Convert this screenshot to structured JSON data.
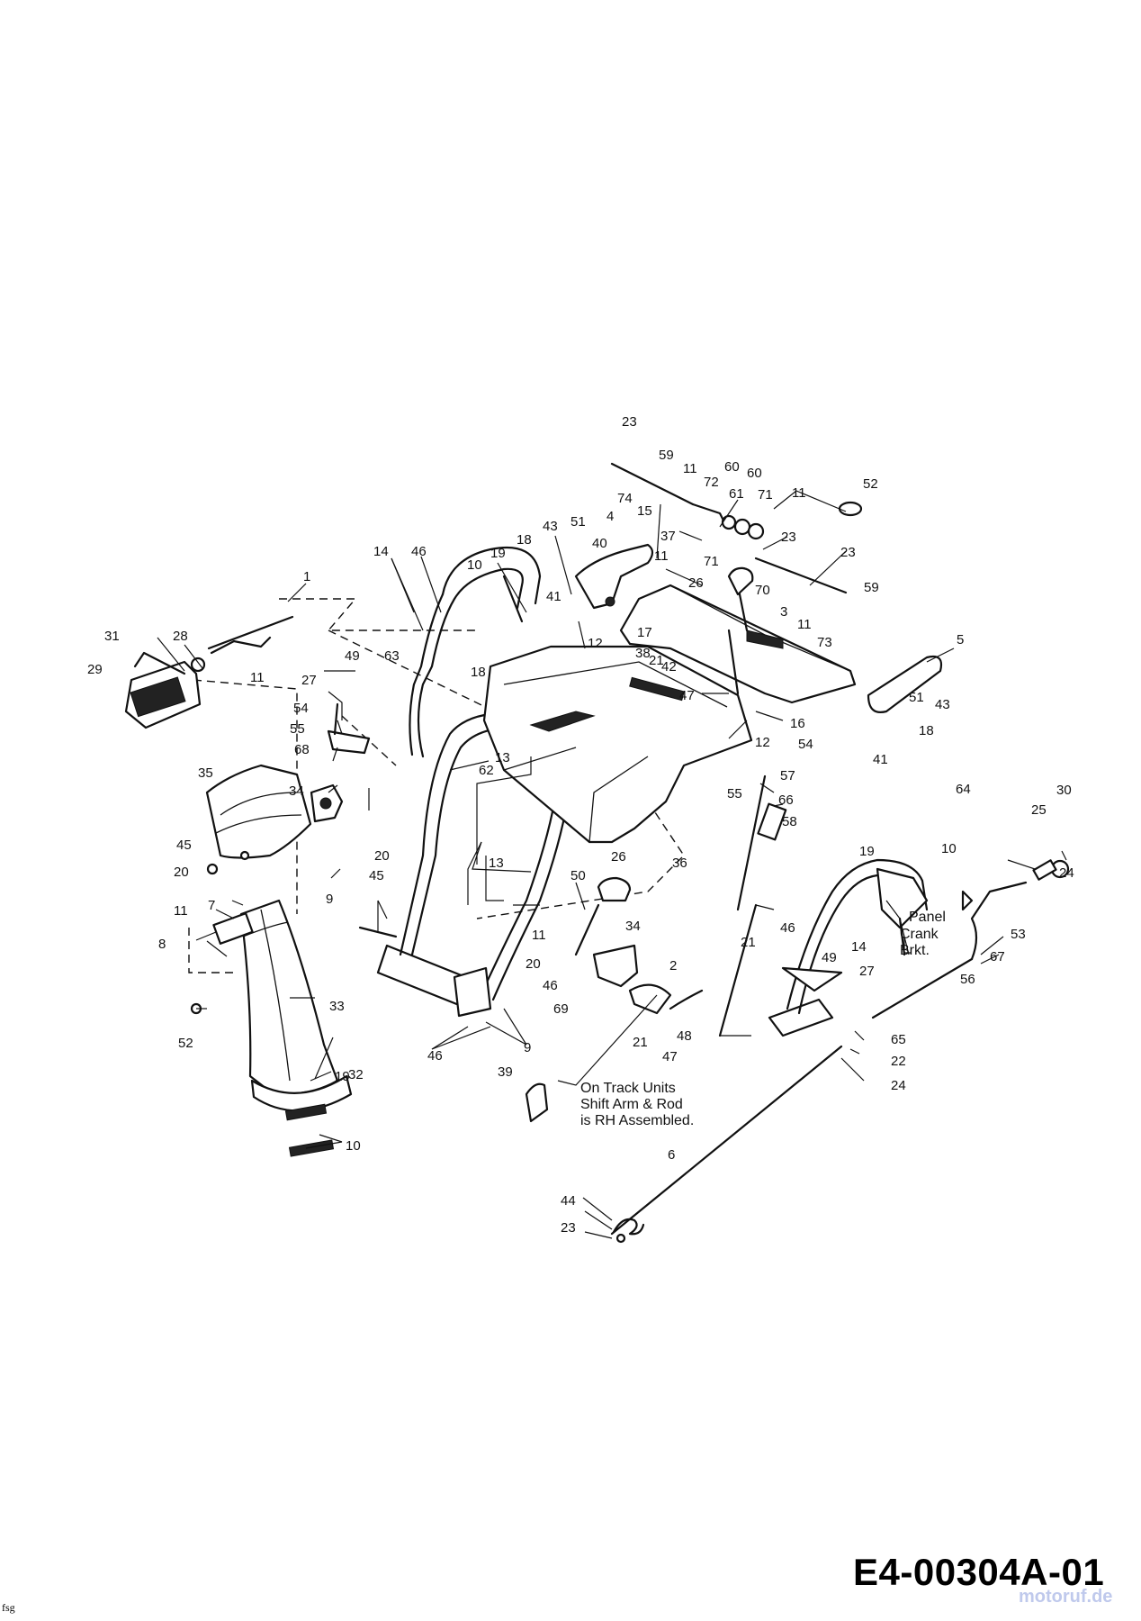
{
  "labels": [
    "1",
    "2",
    "3",
    "4",
    "5",
    "6",
    "7",
    "8",
    "9",
    "9",
    "9",
    "10",
    "10",
    "10",
    "11",
    "11",
    "11",
    "11",
    "11",
    "11",
    "11",
    "11",
    "12",
    "12",
    "13",
    "13",
    "14",
    "14",
    "15",
    "16",
    "17",
    "18",
    "18",
    "18",
    "19",
    "19",
    "19",
    "20",
    "20",
    "20",
    "21",
    "21",
    "21",
    "21",
    "22",
    "23",
    "23",
    "23",
    "23",
    "24",
    "24",
    "24",
    "25",
    "26",
    "26",
    "27",
    "27",
    "28",
    "29",
    "30",
    "31",
    "32",
    "33",
    "34",
    "34",
    "35",
    "36",
    "37",
    "38",
    "39",
    "40",
    "41",
    "41",
    "42",
    "43",
    "43",
    "44",
    "45",
    "45",
    "46",
    "46",
    "46",
    "46",
    "47",
    "47",
    "48",
    "49",
    "49",
    "50",
    "51",
    "51",
    "52",
    "52",
    "53",
    "54",
    "54",
    "55",
    "55",
    "56",
    "57",
    "58",
    "59",
    "59",
    "60",
    "60",
    "61",
    "62",
    "63",
    "64",
    "65",
    "66",
    "67",
    "68",
    "69",
    "70",
    "71",
    "71",
    "72",
    "73",
    "74"
  ],
  "annotations": {
    "panel_crank": [
      "Panel",
      "Crank",
      "Brkt."
    ],
    "track_note": [
      "On Track Units",
      "Shift Arm & Rod",
      "is RH Assembled."
    ]
  },
  "diagram_code": "E4-00304A-01",
  "watermark": "motoruf.de",
  "corner_mark": "fsg"
}
